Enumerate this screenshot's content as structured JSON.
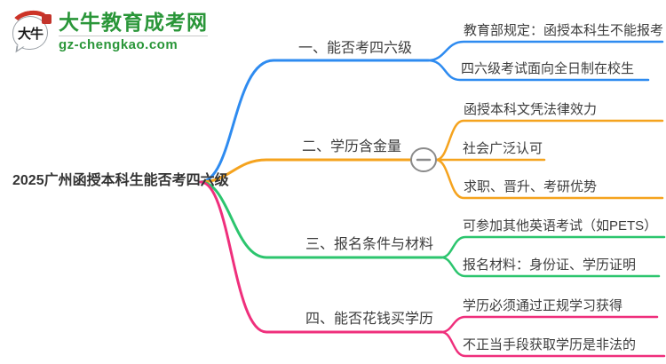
{
  "logo": {
    "icon_text": "大牛",
    "title": "大牛教育成考网",
    "url": "gz-chengkao.com",
    "brand_color": "#2a9639"
  },
  "mindmap": {
    "root": {
      "label": "2025广州函授本科生能否考四六级"
    },
    "branches": [
      {
        "label": "一、能否考四六级",
        "color": "#2e8bf0",
        "children": [
          "教育部规定：函授本科生不能报考",
          "四六级考试面向全日制在校生"
        ]
      },
      {
        "label": "二、学历含金量",
        "color": "#f5a31e",
        "collapse_icon": "minus",
        "children": [
          "函授本科文凭法律效力",
          "社会广泛认可",
          "求职、晋升、考研优势"
        ]
      },
      {
        "label": "三、报名条件与材料",
        "color": "#2cc56e",
        "children": [
          "可参加其他英语考试（如PETS）",
          "报名材料：身份证、学历证明"
        ]
      },
      {
        "label": "四、能否花钱买学历",
        "color": "#ef2f7c",
        "children": [
          "学历必须通过正规学习获得",
          "不正当手段获取学历是非法的"
        ]
      }
    ]
  }
}
